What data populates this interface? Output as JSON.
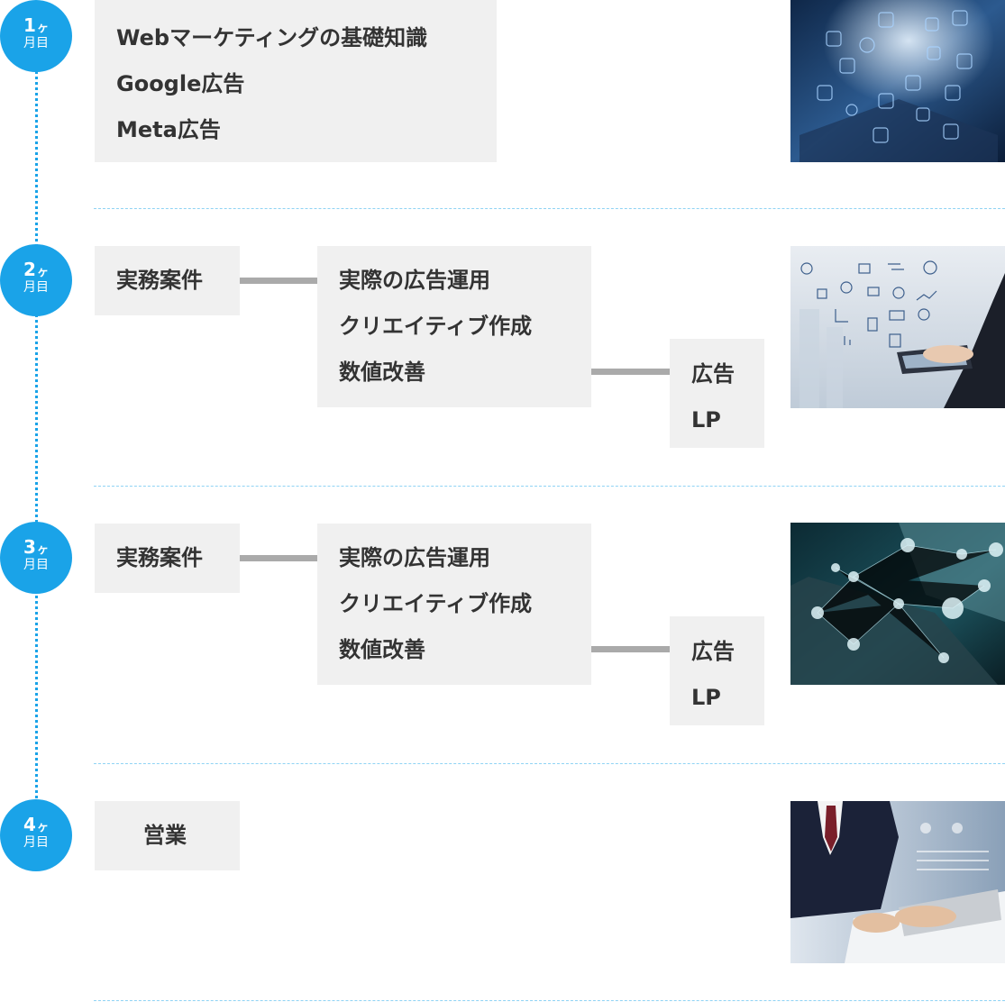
{
  "timeline": {
    "months": [
      {
        "number": "1",
        "unit": "ヶ",
        "suffix": "月目"
      },
      {
        "number": "2",
        "unit": "ヶ",
        "suffix": "月目"
      },
      {
        "number": "3",
        "unit": "ヶ",
        "suffix": "月目"
      },
      {
        "number": "4",
        "unit": "ヶ",
        "suffix": "月目"
      }
    ]
  },
  "step1": {
    "lines": [
      "Webマーケティングの基礎知識",
      "Google広告",
      "Meta広告"
    ],
    "image_icon": "laptop-finance-icons-photo"
  },
  "step2": {
    "category": "実務案件",
    "tasks": [
      "実際の広告運用",
      "クリエイティブ作成",
      "数値改善"
    ],
    "outputs": [
      "広告",
      "LP"
    ],
    "image_icon": "tablet-digital-icons-photo"
  },
  "step3": {
    "category": "実務案件",
    "tasks": [
      "実際の広告運用",
      "クリエイティブ作成",
      "数値改善"
    ],
    "outputs": [
      "広告",
      "LP"
    ],
    "image_icon": "laptop-network-photo"
  },
  "step4": {
    "category": "営業",
    "image_icon": "businessman-laptop-photo"
  },
  "colors": {
    "accent": "#1aa3e8",
    "box_bg": "#f0f0f0",
    "connector": "#aaaaaa",
    "divider": "#8fd3f4",
    "text": "#333333"
  }
}
